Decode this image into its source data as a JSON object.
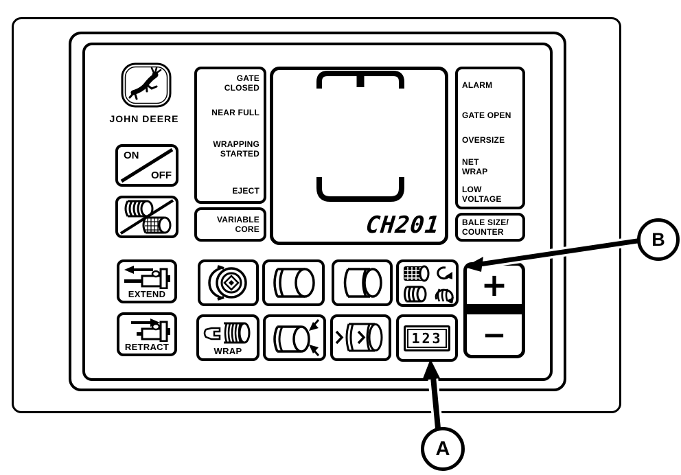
{
  "panel": {
    "brand": "JOHN DEERE",
    "display": {
      "value": "CH201"
    },
    "status_left": {
      "gate_closed": "GATE\nCLOSED",
      "near_full": "NEAR FULL",
      "wrapping_started": "WRAPPING\nSTARTED",
      "eject": "EJECT",
      "variable_core": "VARIABLE\nCORE"
    },
    "status_right": {
      "alarm": "ALARM",
      "gate_open": "GATE OPEN",
      "oversize": "OVERSIZE",
      "net_wrap": "NET\nWRAP",
      "low_voltage": "LOW\nVOLTAGE",
      "bale_size_counter": "BALE SIZE/\nCOUNTER"
    },
    "buttons": {
      "power_on": "ON",
      "power_off": "OFF",
      "extend": "EXTEND",
      "retract": "RETRACT",
      "wrap": "WRAP",
      "counter_digits": "123",
      "increase": "+",
      "decrease": "−"
    }
  },
  "callouts": {
    "a": "A",
    "b": "B"
  },
  "colors": {
    "ink": "#000000",
    "paper": "#ffffff"
  }
}
